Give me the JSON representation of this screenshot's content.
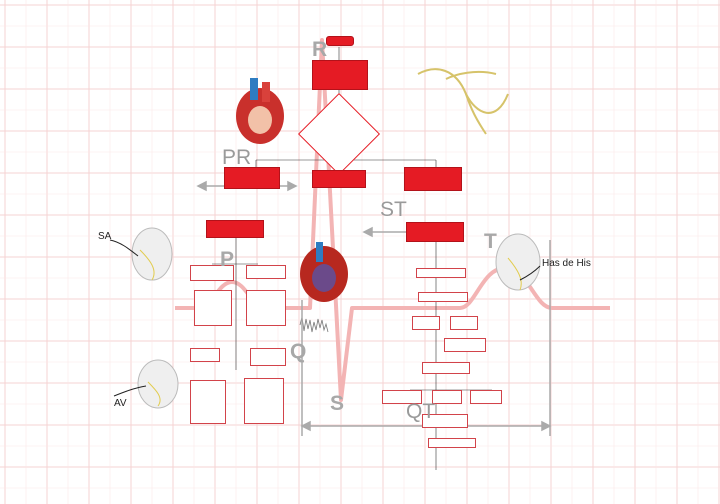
{
  "waveform_labels": {
    "r": "R",
    "pr": "PR",
    "st": "ST",
    "p": "P",
    "t": "T",
    "q": "Q",
    "s": "S",
    "qt": "QT"
  },
  "anatomy_labels": {
    "sa": "SA",
    "av": "AV",
    "his": "Has de His"
  },
  "colors": {
    "grid": "#f6d3d3",
    "ecg_trace": "#f3b4b4",
    "box_fill": "#e51b24",
    "arrow": "#aaaaaa"
  },
  "icons": [
    "heart-anatomy-icon",
    "purkinje-fibers-icon",
    "heart-conduction-icon",
    "arrow-icon"
  ]
}
